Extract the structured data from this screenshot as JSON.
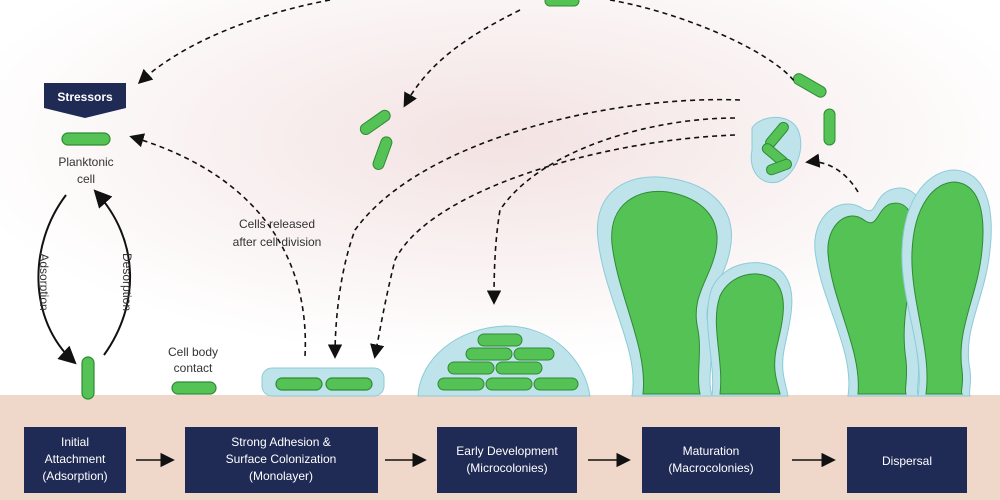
{
  "diagram": {
    "stressors_label": "Stressors",
    "planktonic_cell": [
      "Planktonic",
      "cell"
    ],
    "adsorption_label": "Adsorption",
    "desorption_label": "Desorption",
    "cell_body_contact": [
      "Cell body",
      "contact"
    ],
    "cells_released": [
      "Cells released",
      "after cell division"
    ],
    "stages": [
      {
        "lines": [
          "Initial",
          "Attachment",
          "(Adsorption)"
        ]
      },
      {
        "lines": [
          "Strong Adhesion &",
          "Surface Colonization",
          "(Monolayer)"
        ]
      },
      {
        "lines": [
          "Early Development",
          "(Microcolonies)"
        ]
      },
      {
        "lines": [
          "Maturation",
          "(Macrocolonies)"
        ]
      },
      {
        "lines": [
          "Dispersal"
        ]
      }
    ]
  },
  "colors": {
    "bacteria_fill": "#55c255",
    "bacteria_outline": "#2f8a35",
    "matrix": "#bfe3ea",
    "matrix_edge": "#8ccbd7",
    "surface": "#efd8ca",
    "stage_box": "#1f2a55",
    "stressor_box": "#1f2a55",
    "background_glow": "#f6e9e9"
  }
}
